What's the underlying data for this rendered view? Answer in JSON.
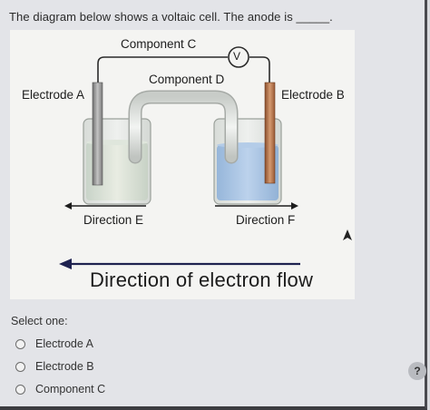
{
  "question": {
    "text": "The diagram below shows a voltaic cell. The anode is _____."
  },
  "diagram": {
    "component_c": "Component C",
    "component_d": "Component D",
    "voltmeter": "V",
    "electrode_a": "Electrode A",
    "electrode_b": "Electrode B",
    "direction_e": "Direction E",
    "direction_f": "Direction F",
    "electron_flow": "Direction of electron flow"
  },
  "answers": {
    "prompt": "Select one:",
    "options": [
      {
        "label": "Electrode A"
      },
      {
        "label": "Electrode B"
      },
      {
        "label": "Component C"
      }
    ]
  },
  "help": {
    "label": "?"
  },
  "colors": {
    "electrode_a": "#9a9a9a",
    "electrode_b": "#b8784f",
    "solution_b": "#a9c6e6",
    "wire": "#2a2a2a",
    "arrow": "#1e2250"
  }
}
